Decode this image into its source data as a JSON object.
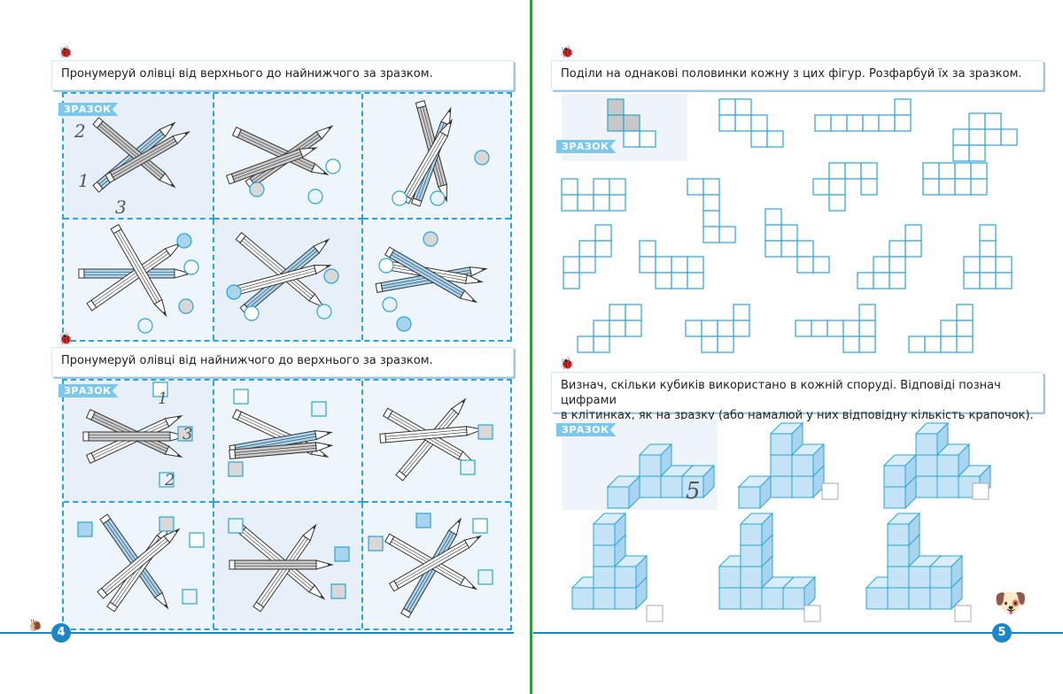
{
  "left_page": {
    "task1": {
      "text": "Пронумеруй олівці від верхнього до найнижчого за зразком."
    },
    "task2": {
      "text": "Пронумеруй олівці від найнижчого до верхнього за зразком."
    },
    "sample_label": "ЗРАЗОК",
    "sample1_numbers": [
      "2",
      "1",
      "3"
    ],
    "sample2_numbers": [
      "1",
      "3",
      "2"
    ],
    "page_number": "4"
  },
  "right_page": {
    "task1": {
      "text": "Поділи на однакові половинки кожну з цих фігур. Розфарбуй їх за зразком."
    },
    "task2": {
      "line1": "Визнач, скільки кубиків використано в кожній споруді. Відповіді познач цифрами",
      "line2": "в клітинках, як на зразку (або намалюй у них відповідну кількість крапочок)."
    },
    "sample_label": "ЗРАЗОК",
    "sample_answer": "5",
    "page_number": "5"
  },
  "colors": {
    "accent": "#1f86c6",
    "dashed": "#2aa4dc",
    "ribbon": "#7cc8ec",
    "spine": "#2e9e3a",
    "pencil_blue": "#a9d4ef",
    "pencil_grey": "#c9c9c9"
  }
}
